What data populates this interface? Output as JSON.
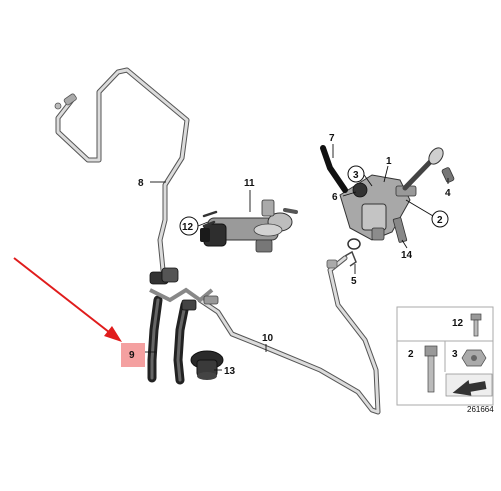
{
  "callouts": {
    "c1": "1",
    "c2": "2",
    "c3": "3",
    "c4": "4",
    "c5": "5",
    "c6": "6",
    "c7": "7",
    "c8": "8",
    "c9": "9",
    "c10": "10",
    "c11": "11",
    "c12": "12",
    "c13": "13",
    "c14": "14"
  },
  "legend": {
    "l12": "12",
    "l2": "2",
    "l3": "3"
  },
  "diagram_id": "261664",
  "colors": {
    "arrow": "#e01c1c",
    "highlight": "#f4a0a0"
  }
}
